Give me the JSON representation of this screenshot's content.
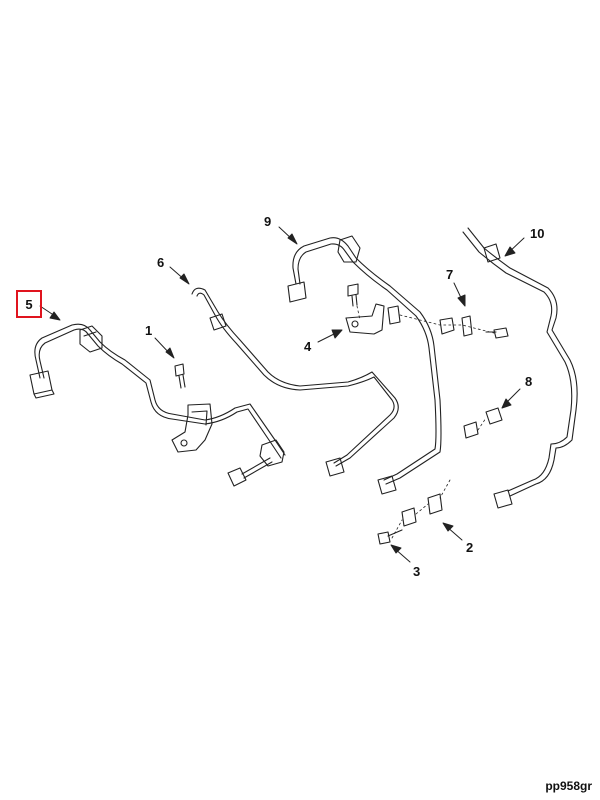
{
  "diagram": {
    "callouts": [
      {
        "id": "1",
        "label": "1"
      },
      {
        "id": "2",
        "label": "2"
      },
      {
        "id": "3",
        "label": "3"
      },
      {
        "id": "4",
        "label": "4"
      },
      {
        "id": "5",
        "label": "5",
        "highlighted": true
      },
      {
        "id": "6",
        "label": "6"
      },
      {
        "id": "7",
        "label": "7"
      },
      {
        "id": "8",
        "label": "8"
      },
      {
        "id": "9",
        "label": "9"
      },
      {
        "id": "10",
        "label": "10"
      }
    ],
    "highlight_color": "#e0141e",
    "line_color": "#222222",
    "drawing_code": "pp958gr"
  }
}
